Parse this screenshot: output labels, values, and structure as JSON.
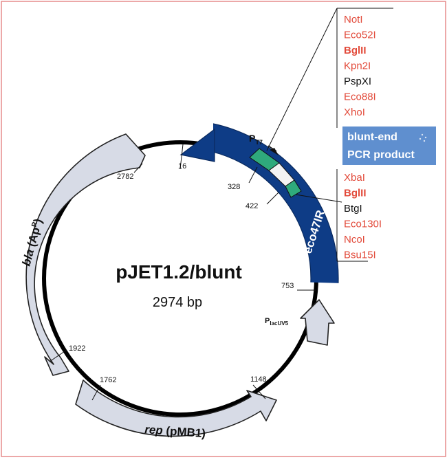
{
  "plasmid": {
    "name": "pJET1.2/blunt",
    "size": "2974 bp"
  },
  "colors": {
    "frame": "#e58b8b",
    "backbone": "#000000",
    "gene_fill": "#d7dbe6",
    "gene_stroke": "#222222",
    "eco47_fill": "#0e3c86",
    "mcs_green": "#2faa7c",
    "insert_box": "#5f8fcf",
    "site_red": "#e24a3a",
    "site_black": "#111111"
  },
  "features": {
    "bla": {
      "main": "bla",
      "sub_open": " (Ap",
      "sup": "R",
      "sub_close": ")"
    },
    "rep": {
      "main": "rep",
      "sub": " (pMB1)"
    },
    "eco47": {
      "label": "eco47IR"
    },
    "pt7": {
      "main": "P",
      "sub": "T7"
    },
    "placuv5": {
      "main": "P",
      "sub": "lacUV5"
    }
  },
  "positions": {
    "p16": "16",
    "p328": "328",
    "p422": "422",
    "p753": "753",
    "p1148": "1148",
    "p1762": "1762",
    "p1922": "1922",
    "p2782": "2782"
  },
  "mcs_upper": [
    {
      "name": "NotI",
      "color": "red",
      "bold": false
    },
    {
      "name": "Eco52I",
      "color": "red",
      "bold": false
    },
    {
      "name": "BglII",
      "color": "red",
      "bold": true
    },
    {
      "name": "Kpn2I",
      "color": "red",
      "bold": false
    },
    {
      "name": "PspXI",
      "color": "black",
      "bold": false
    },
    {
      "name": "Eco88I",
      "color": "red",
      "bold": false
    },
    {
      "name": "XhoI",
      "color": "red",
      "bold": false
    }
  ],
  "insert": {
    "line1": "blunt-end",
    "line2": "PCR product"
  },
  "mcs_lower": [
    {
      "name": "XbaI",
      "color": "red",
      "bold": false
    },
    {
      "name": "BglII",
      "color": "red",
      "bold": true
    },
    {
      "name": "BtgI",
      "color": "black",
      "bold": false
    },
    {
      "name": "Eco130I",
      "color": "red",
      "bold": false
    },
    {
      "name": "NcoI",
      "color": "red",
      "bold": false
    },
    {
      "name": "Bsu15I",
      "color": "red",
      "bold": false
    }
  ]
}
